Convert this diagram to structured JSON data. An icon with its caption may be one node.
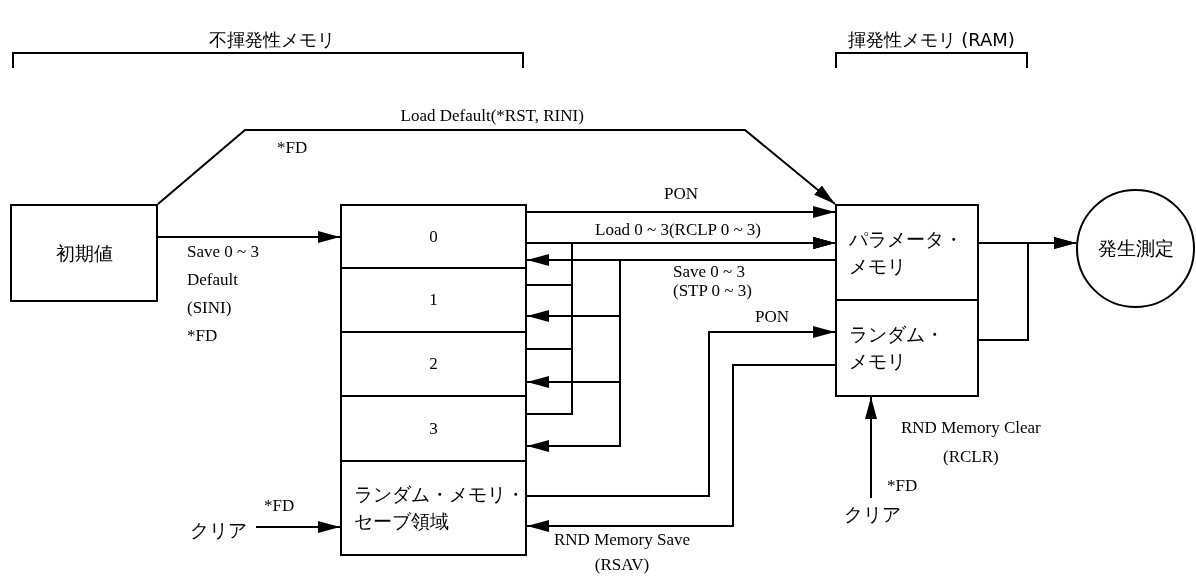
{
  "diagram": {
    "nodes": [
      {
        "text": [
          "初期値"
        ]
      },
      {
        "text": [
          "0"
        ]
      },
      {
        "text": [
          "1"
        ]
      },
      {
        "text": [
          "2"
        ]
      },
      {
        "text": [
          "3"
        ]
      },
      {
        "text": [
          "ランダム・メモリ・セーブ領域"
        ]
      },
      {
        "text": [
          "パラメータ・メモリ"
        ]
      },
      {
        "text": [
          "ランダム・メモリ"
        ]
      },
      {
        "text": [
          "発生測定"
        ]
      },
      {
        "text": [
          "クリア"
        ]
      },
      {
        "text": [
          "クリア"
        ]
      }
    ],
    "edges": [
      {
        "from": 0,
        "to": 6,
        "arrow": "to",
        "label": "Load Default(*RST, RINI)"
      },
      {
        "from": 0,
        "to": 1,
        "arrow": "to",
        "label": "Save 0 ~ 3 Default (SINI) *FD"
      },
      {
        "from": 1,
        "to": 6,
        "arrow": "to",
        "label": "PON"
      },
      {
        "from": 1,
        "to": 6,
        "arrow": "to",
        "label": "Load 0 ~ 3(RCLP 0 ~ 3)"
      },
      {
        "from": 2,
        "to": 6,
        "arrow": "to"
      },
      {
        "from": 3,
        "to": 6,
        "arrow": "to"
      },
      {
        "from": 4,
        "to": 6,
        "arrow": "to"
      },
      {
        "from": 6,
        "to": 1,
        "arrow": "to",
        "label": "Save 0 ~ 3 (STP 0 ~ 3)"
      },
      {
        "from": 6,
        "to": 2,
        "arrow": "to"
      },
      {
        "from": 6,
        "to": 3,
        "arrow": "to"
      },
      {
        "from": 6,
        "to": 4,
        "arrow": "to"
      },
      {
        "from": 5,
        "to": 7,
        "arrow": "to",
        "label": "PON"
      },
      {
        "from": 7,
        "to": 5,
        "arrow": "to",
        "label": "RND Memory Save (RSAV)"
      },
      {
        "from": 6,
        "to": 8,
        "arrow": "to"
      },
      {
        "from": 7,
        "to": 8,
        "arrow": "to"
      },
      {
        "from": 9,
        "to": 5,
        "arrow": "to",
        "label": "*FD"
      },
      {
        "from": 10,
        "to": 7,
        "arrow": "to",
        "label": "RND Memory Clear (RCLR)"
      }
    ],
    "labels": [
      "不揮発性メモリ",
      "揮発性メモリ (RAM)",
      "*FD",
      "*FD"
    ]
  }
}
